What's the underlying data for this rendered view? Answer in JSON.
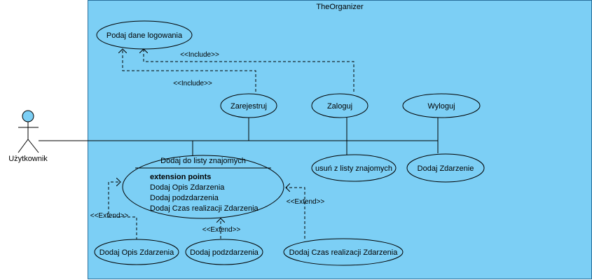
{
  "system": {
    "title": "TheOrganizer",
    "fill": "#7ccff5",
    "stroke": "#2a6f9b"
  },
  "actor": {
    "name": "Użytkownik",
    "head_fill": "#7ccff5"
  },
  "use_cases": {
    "podaj_dane": "Podaj dane logowania",
    "zarejestruj": "Zarejestruj",
    "zaloguj": "Zaloguj",
    "wyloguj": "Wyloguj",
    "dodaj_do_listy": "Dodaj do listy znajomych",
    "usun_z_listy": "usuń z listy znajomych",
    "dodaj_zdarzenie": "Dodaj Zdarzenie",
    "dodaj_opis": "Dodaj Opis Zdarzenia",
    "dodaj_podzdarzenia": "Dodaj podzdarzenia",
    "dodaj_czas": "Dodaj Czas realizacji Zdarzenia"
  },
  "extension_points": {
    "heading": "extension points",
    "items": [
      "Dodaj Opis Zdarzenia",
      "Dodaj podzdarzenia",
      "Dodaj Czas realizacji Zdarzenia"
    ]
  },
  "relations": {
    "include_1": "<<Include>>",
    "include_2": "<<Include>>",
    "extend_opis": "<<Extend>>",
    "extend_podzdarzenia": "<<Extend>>",
    "extend_czas": "<<Extend>>"
  }
}
